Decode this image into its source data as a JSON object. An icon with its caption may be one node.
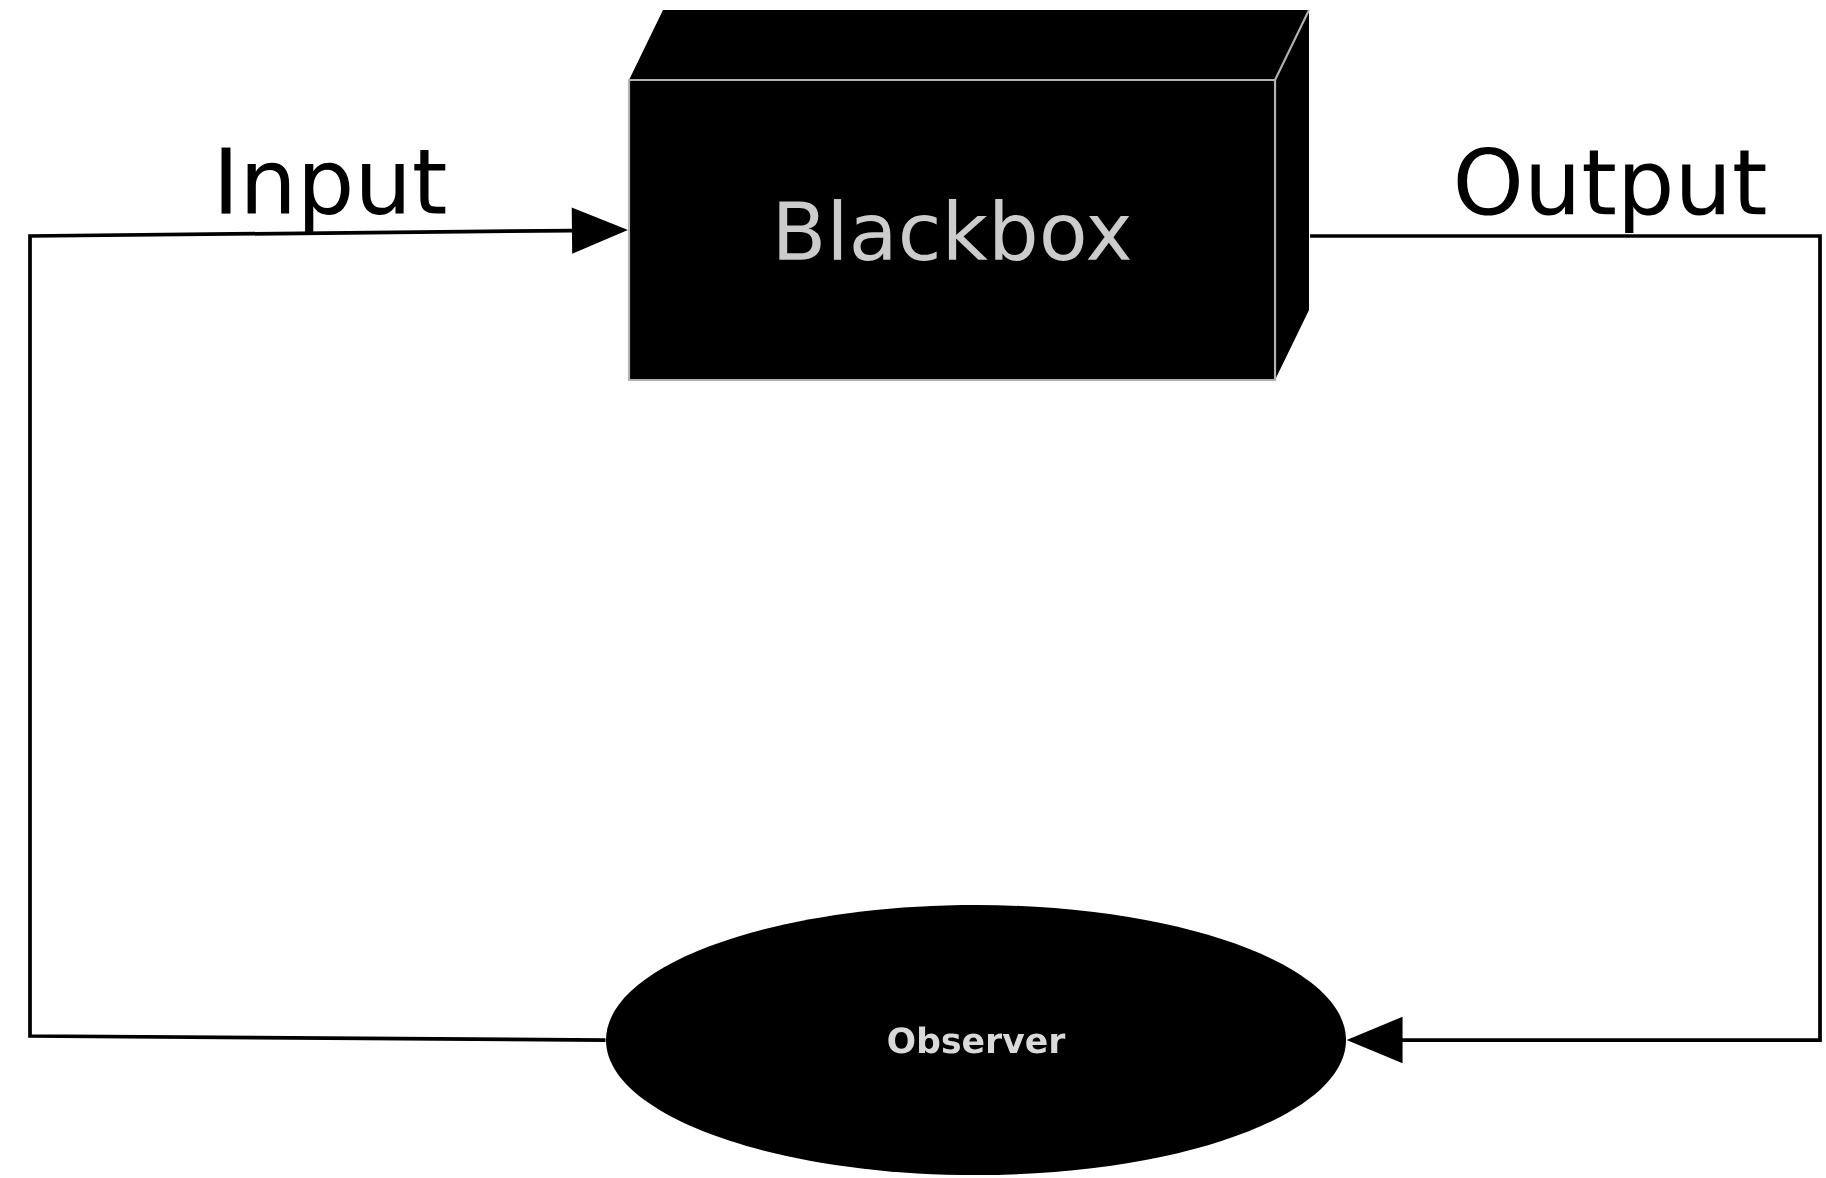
{
  "diagram": {
    "nodes": [
      {
        "text": [
          "Blackbox"
        ]
      },
      {
        "text": [
          "Observer"
        ]
      }
    ],
    "edges": [
      {
        "from": 1,
        "to": 0,
        "arrow": "to",
        "label": "Input"
      },
      {
        "from": 0,
        "to": 1,
        "arrow": "to",
        "label": "Output"
      }
    ]
  }
}
